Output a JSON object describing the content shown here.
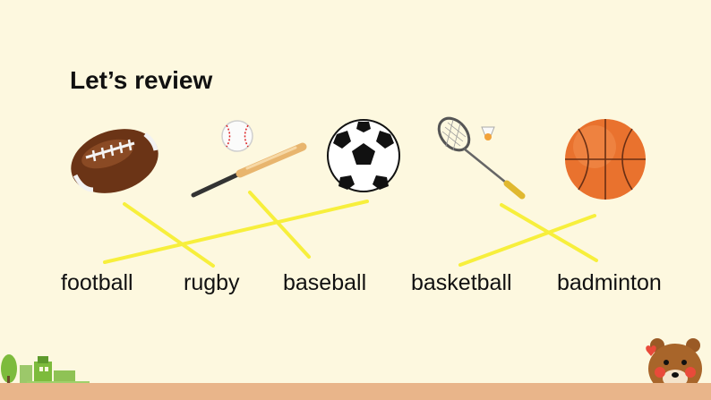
{
  "title": "Let’s review",
  "words": [
    "football",
    "rugby",
    "baseball",
    "basketball",
    "badminton"
  ],
  "colors": {
    "background": "#fdf8df",
    "match_line": "#f7ef3c",
    "floor": "#e9b58a"
  },
  "pictures": [
    {
      "name": "rugby-ball",
      "icon": "rugby-ball-icon"
    },
    {
      "name": "baseball-and-bat",
      "icon": "baseball-bat-icon"
    },
    {
      "name": "soccer-ball",
      "icon": "soccer-ball-icon"
    },
    {
      "name": "badminton-racket-and-shuttlecock",
      "icon": "badminton-icon"
    },
    {
      "name": "basketball",
      "icon": "basketball-icon"
    }
  ]
}
